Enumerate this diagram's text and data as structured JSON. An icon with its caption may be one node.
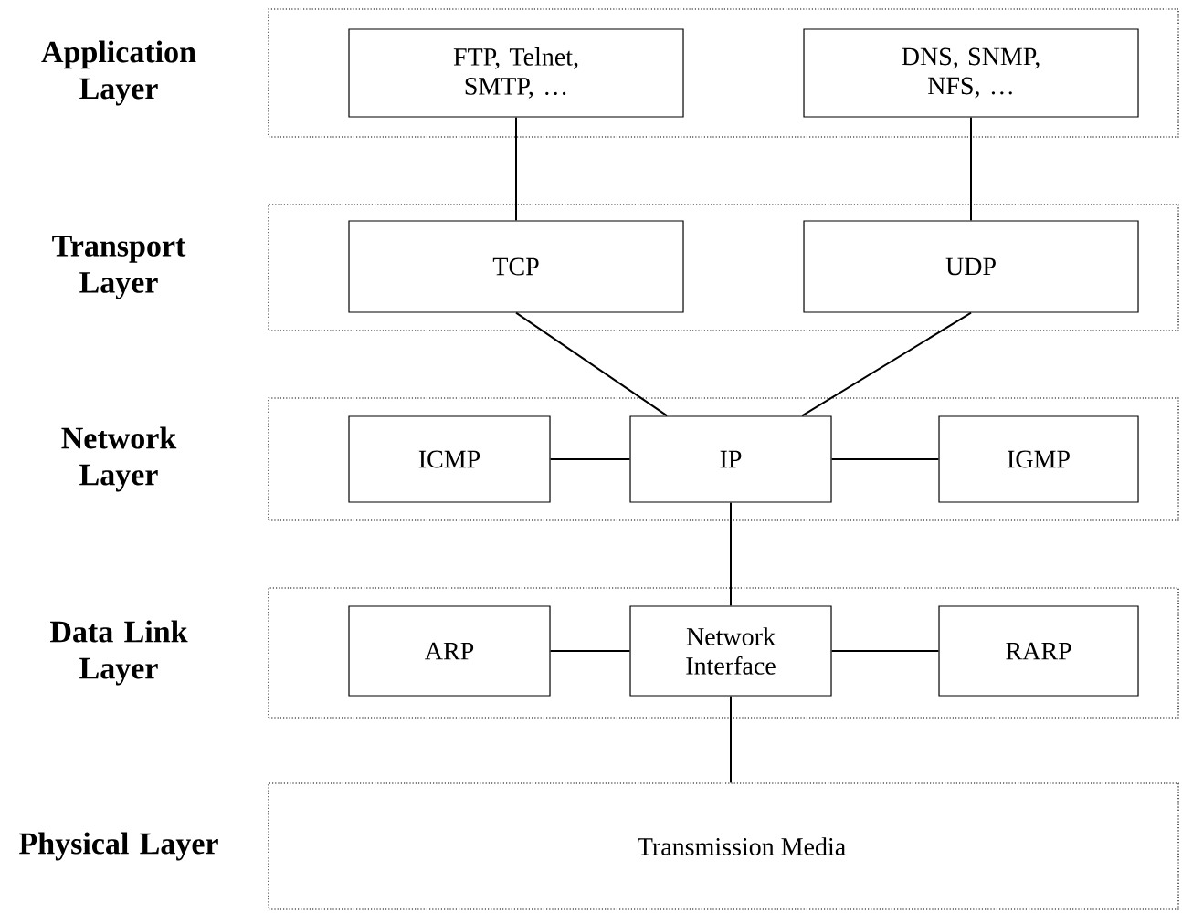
{
  "diagram": {
    "nodes": [
      {
        "text": [
          "Application Layer"
        ]
      },
      {
        "text": [
          "FTP, Telnet, SMTP, …"
        ],
        "in": 0
      },
      {
        "text": [
          "DNS, SNMP, NFS, …"
        ],
        "in": 0
      },
      {
        "text": [
          "Transport Layer"
        ]
      },
      {
        "text": [
          "TCP"
        ],
        "in": 3
      },
      {
        "text": [
          "UDP"
        ],
        "in": 3
      },
      {
        "text": [
          "Network Layer"
        ]
      },
      {
        "text": [
          "ICMP"
        ],
        "in": 6
      },
      {
        "text": [
          "IP"
        ],
        "in": 6
      },
      {
        "text": [
          "IGMP"
        ],
        "in": 6
      },
      {
        "text": [
          "Data Link Layer"
        ]
      },
      {
        "text": [
          "ARP"
        ],
        "in": 10
      },
      {
        "text": [
          "Network Interface"
        ],
        "in": 10
      },
      {
        "text": [
          "RARP"
        ],
        "in": 10
      },
      {
        "text": [
          "Physical Layer",
          "Transmission Media"
        ]
      }
    ],
    "edges": [
      {
        "from": 1,
        "to": 4,
        "arrow": "none"
      },
      {
        "from": 2,
        "to": 5,
        "arrow": "none"
      },
      {
        "from": 4,
        "to": 8,
        "arrow": "none"
      },
      {
        "from": 5,
        "to": 8,
        "arrow": "none"
      },
      {
        "from": 7,
        "to": 8,
        "arrow": "none"
      },
      {
        "from": 8,
        "to": 9,
        "arrow": "none"
      },
      {
        "from": 8,
        "to": 12,
        "arrow": "none"
      },
      {
        "from": 11,
        "to": 12,
        "arrow": "none"
      },
      {
        "from": 12,
        "to": 13,
        "arrow": "none"
      },
      {
        "from": 12,
        "to": 14,
        "arrow": "none"
      }
    ]
  }
}
